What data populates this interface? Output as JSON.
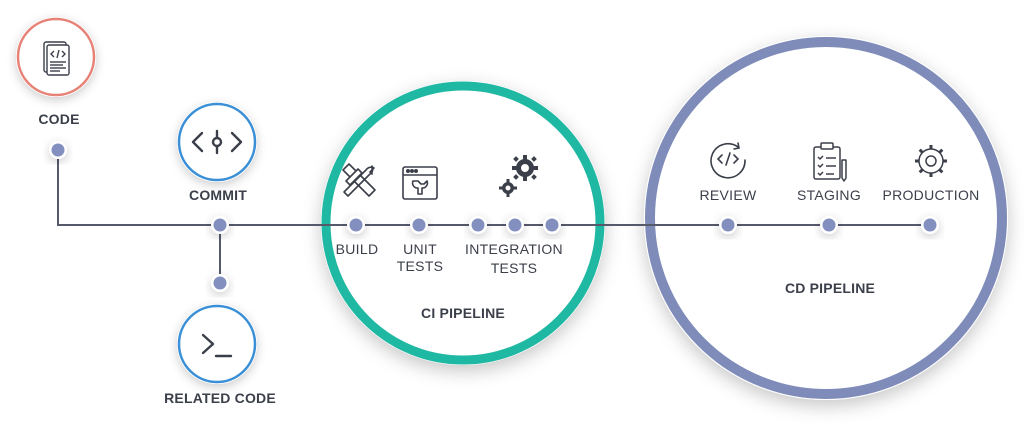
{
  "colors": {
    "line": "#55596a",
    "node": "#8390bf",
    "node_ring": "#ffffff",
    "code_ring": "#e78277",
    "blue_ring": "#3a8fd6",
    "ci_ring": "#1fb8a3",
    "cd_ring": "#7f8cb9",
    "text": "#3b3f4a",
    "icon": "#3b3f4a"
  },
  "labels": {
    "code": "CODE",
    "commit": "COMMIT",
    "related_code": "RELATED CODE",
    "build": "BUILD",
    "unit_line1": "UNIT",
    "unit_line2": "TESTS",
    "integration_line1": "INTEGRATION",
    "integration_line2": "TESTS",
    "ci_pipeline": "CI PIPELINE",
    "review": "REVIEW",
    "staging": "STAGING",
    "production": "PRODUCTION",
    "cd_pipeline": "CD PIPELINE"
  },
  "icons": {
    "code": "code-document-icon",
    "commit": "commit-icon",
    "related_code": "terminal-prompt-icon",
    "build": "hammer-wrench-icon",
    "unit_tests": "browser-wrench-icon",
    "integration_tests": "gears-icon",
    "review": "code-review-icon",
    "staging": "clipboard-checklist-icon",
    "production": "gear-icon"
  }
}
